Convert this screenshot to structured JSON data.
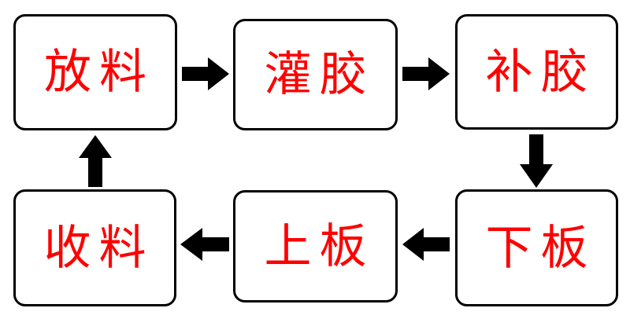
{
  "diagram": {
    "type": "process-flow-cycle",
    "background_color": "#ffffff",
    "node_border_color": "#000000",
    "node_fill_color": "#ffffff",
    "node_text_color": "#ff0000",
    "arrow_color": "#000000",
    "nodes": [
      {
        "id": "fangliao",
        "label": "放料",
        "row": 1,
        "col": 1
      },
      {
        "id": "guanjiao",
        "label": "灌胶",
        "row": 1,
        "col": 2
      },
      {
        "id": "bujiao",
        "label": "补胶",
        "row": 1,
        "col": 3
      },
      {
        "id": "shouliao",
        "label": "收料",
        "row": 2,
        "col": 1
      },
      {
        "id": "shangban",
        "label": "上板",
        "row": 2,
        "col": 2
      },
      {
        "id": "xiaban",
        "label": "下板",
        "row": 2,
        "col": 3
      }
    ],
    "edges": [
      {
        "from": "fangliao",
        "to": "guanjiao",
        "direction": "right"
      },
      {
        "from": "guanjiao",
        "to": "bujiao",
        "direction": "right"
      },
      {
        "from": "bujiao",
        "to": "xiaban",
        "direction": "down"
      },
      {
        "from": "xiaban",
        "to": "shangban",
        "direction": "left"
      },
      {
        "from": "shangban",
        "to": "shouliao",
        "direction": "left"
      },
      {
        "from": "shouliao",
        "to": "fangliao",
        "direction": "up"
      }
    ]
  }
}
